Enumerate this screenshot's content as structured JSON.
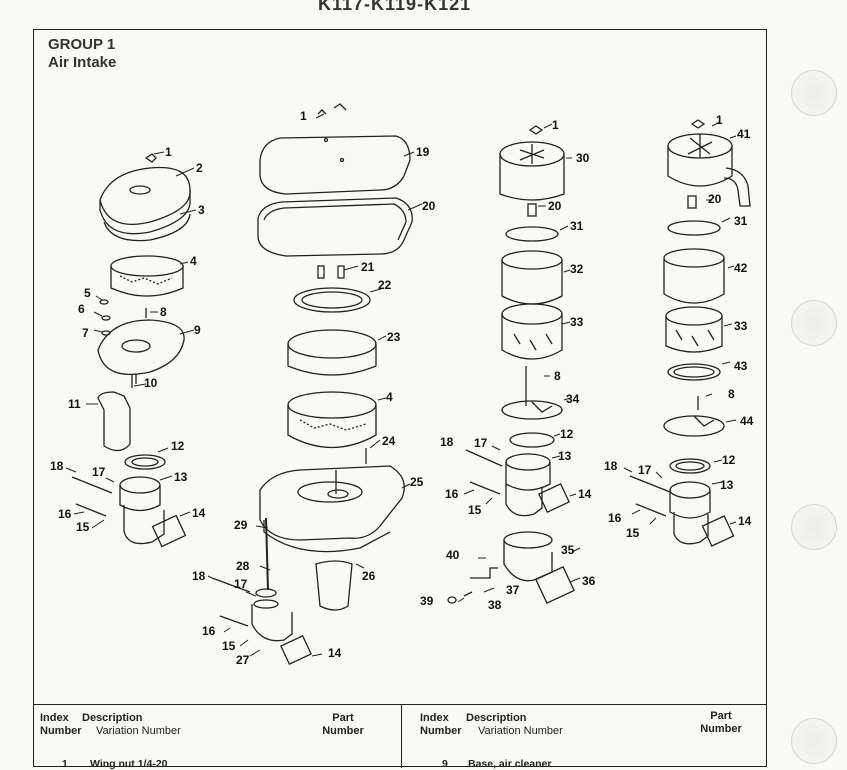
{
  "header": {
    "title": "K117-K119-K121"
  },
  "group": {
    "number": "GROUP 1",
    "name": "Air Intake"
  },
  "callouts": [
    "1",
    "2",
    "3",
    "4",
    "5",
    "6",
    "7",
    "8",
    "9",
    "10",
    "11",
    "12",
    "13",
    "14",
    "15",
    "16",
    "17",
    "18",
    "19",
    "20",
    "21",
    "22",
    "23",
    "24",
    "25",
    "26",
    "27",
    "28",
    "29",
    "30",
    "31",
    "32",
    "33",
    "34",
    "35",
    "36",
    "37",
    "38",
    "39",
    "40",
    "41",
    "42",
    "43",
    "44"
  ],
  "table": {
    "left": {
      "col_index": [
        "Index",
        "Number"
      ],
      "col_desc": [
        "Description",
        "Variation Number"
      ],
      "col_part": [
        "Part",
        "Number"
      ],
      "first_row": {
        "index": "1",
        "description": "Wing nut 1/4-20"
      }
    },
    "right": {
      "col_index": [
        "Index",
        "Number"
      ],
      "col_desc": [
        "Description",
        "Variation Number"
      ],
      "col_part": [
        "Part",
        "Number"
      ],
      "first_row": {
        "index": "9",
        "description": "Base, air cleaner"
      }
    }
  }
}
